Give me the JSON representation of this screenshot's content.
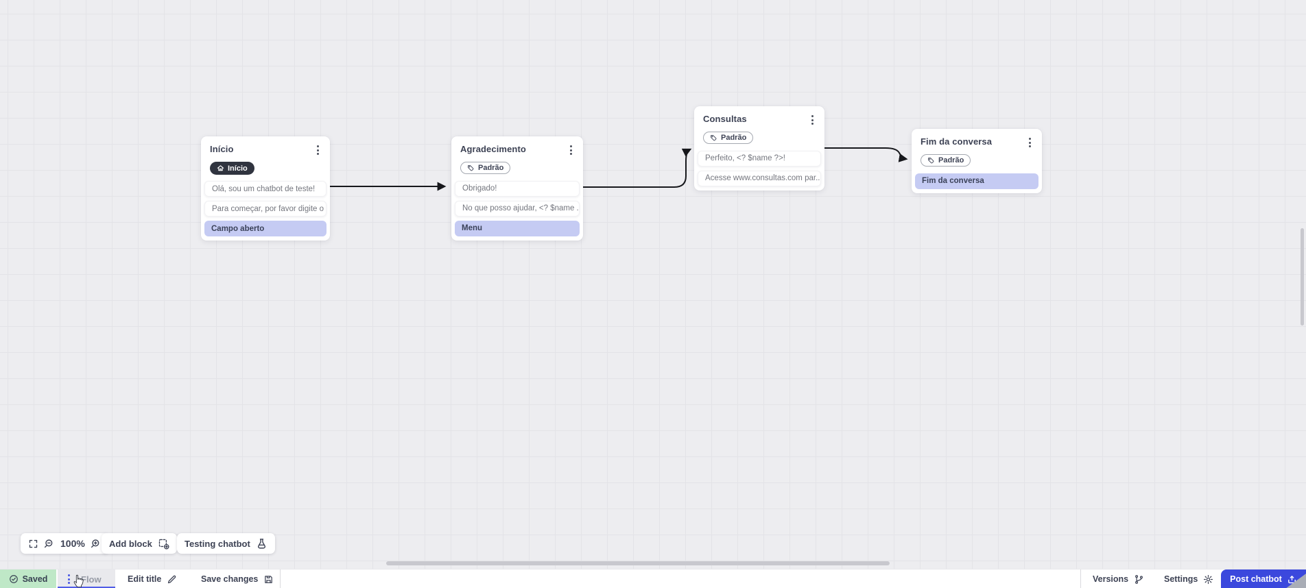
{
  "canvas": {
    "nodes": [
      {
        "title": "Início",
        "badge": {
          "label": "Início",
          "type": "start",
          "icon": "home-icon"
        },
        "items": [
          {
            "type": "message",
            "text": "Olá, sou um chatbot de teste!"
          },
          {
            "type": "message",
            "text": "Para começar, por favor digite o ..."
          },
          {
            "type": "field",
            "text": "Campo aberto"
          }
        ]
      },
      {
        "title": "Agradecimento",
        "badge": {
          "label": "Padrão",
          "type": "tag",
          "icon": "tag-icon"
        },
        "items": [
          {
            "type": "message",
            "text": "Obrigado!"
          },
          {
            "type": "message",
            "text": "No que posso ajudar, <? $name ..."
          },
          {
            "type": "field",
            "text": "Menu"
          }
        ]
      },
      {
        "title": "Consultas",
        "badge": {
          "label": "Padrão",
          "type": "tag",
          "icon": "tag-icon"
        },
        "items": [
          {
            "type": "message",
            "text": "Perfeito, <? $name ?>!"
          },
          {
            "type": "message",
            "text": "Acesse www.consultas.com par..."
          }
        ]
      },
      {
        "title": "Fim da conversa",
        "badge": {
          "label": "Padrão",
          "type": "tag",
          "icon": "tag-icon"
        },
        "items": [
          {
            "type": "field",
            "text": "Fim da conversa"
          }
        ]
      }
    ]
  },
  "toolbar": {
    "zoom_level": "100%",
    "add_block_label": "Add block",
    "testing_label": "Testing chatbot"
  },
  "statusbar": {
    "saved_label": "Saved",
    "flow_tab_label": "Flow",
    "edit_title_label": "Edit title",
    "save_changes_label": "Save changes",
    "versions_label": "Versions",
    "settings_label": "Settings",
    "post_button_label": "Post chatbot"
  },
  "colors": {
    "accent_indigo": "#3b48dd",
    "tab_underline": "#515ce6",
    "highlight_item": "#c5cbf3",
    "dark_badge": "#30343f",
    "saved_green": "#bfe8c7",
    "edge_stroke": "#17181c",
    "canvas_bg": "#ededf0",
    "grid_line": "#e3e3e7"
  },
  "icons": {
    "home-icon": "house outline",
    "tag-icon": "label tag outline",
    "kebab-icon": "vertical three dots",
    "fullscreen-icon": "corner brackets",
    "zoom-out-icon": "magnifier minus",
    "zoom-in-icon": "magnifier plus",
    "add-block-icon": "dashed square with plus",
    "flask-icon": "chemistry flask",
    "check-circle-icon": "circled checkmark",
    "pencil-icon": "edit pencil",
    "save-icon": "floppy disk",
    "git-branch-icon": "version branch",
    "gear-icon": "settings cog",
    "upload-icon": "tray with up arrow",
    "hand-cursor": "pointing hand"
  }
}
